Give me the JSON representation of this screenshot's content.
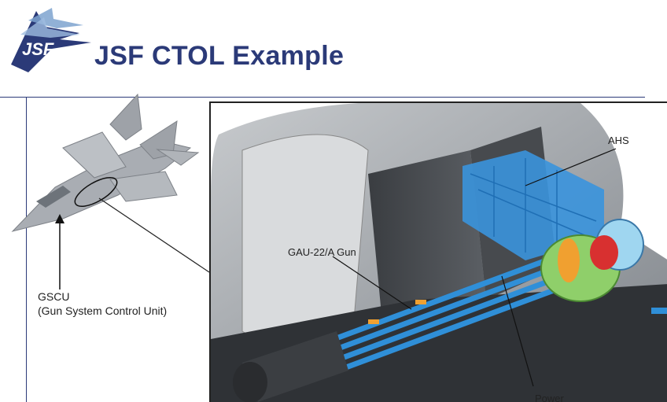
{
  "logo": {
    "text": "JSF"
  },
  "slide": {
    "title": "JSF CTOL Example"
  },
  "labels": {
    "gscu_abbr": "GSCU",
    "gscu_full": "(Gun System Control Unit)",
    "ahs": "AHS",
    "gun": "GAU-22/A Gun",
    "power": "Power"
  },
  "colors": {
    "title": "#2b3a78",
    "gun_blue": "#2f8fd8",
    "gear_green": "#8fcf6a",
    "accent_orange": "#f0a030",
    "accent_red": "#d83030"
  }
}
